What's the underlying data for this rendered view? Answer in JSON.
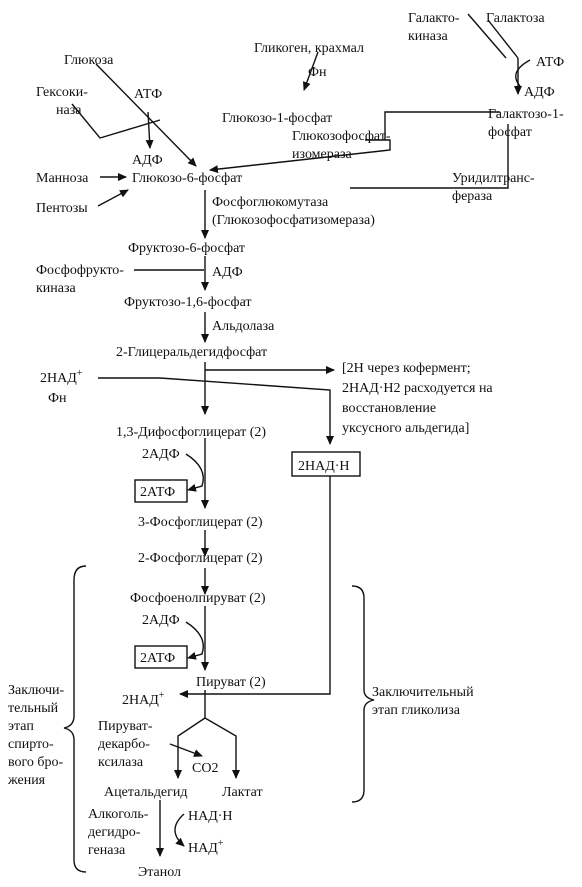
{
  "labels": {
    "galaktokinaza_1": "Галакто-",
    "galaktokinaza_2": "киназа",
    "galaktoza": "Галактоза",
    "atf_gal": "АТФ",
    "adf_gal": "АДФ",
    "galaktozo1f_1": "Галактозо-1-",
    "galaktozo1f_2": "фосфат",
    "uridil_1": "Уридилтранс-",
    "uridil_2": "фераза",
    "glikogen": "Гликоген, крахмал",
    "fn_top": "Фн",
    "glukozo1f": "Глюкозо-1-фосфат",
    "glukozofosfat_1": "Глюкозофосфат-",
    "glukozofosfat_2": "изомераза",
    "glukoza": "Глюкоза",
    "geksokinaza_1": "Гексоки-",
    "geksokinaza_2": "наза",
    "atf_top": "АТФ",
    "adf_top": "АДФ",
    "mannoza": "Манноза",
    "pentozy": "Пентозы",
    "glukozo6f": "Глюкозо-6-фосфат",
    "fosfoglukomutaza": "Фосфоглюкомутаза",
    "glukozofosfatizomeraza": "(Глюкозофосфатизомераза)",
    "fruktozo6f": "Фруктозо-6-фосфат",
    "fosfofrukto_1": "Фосфофрукто-",
    "fosfofrukto_2": "киназа",
    "adf_pfk": "АДФ",
    "fruktozo16f": "Фруктозо-1,6-фосфат",
    "aldolaza": "Альдолаза",
    "gliceraldegid": "2-Глицеральдегидфосфат",
    "nad2": "2НАД",
    "nad2_sup": "+",
    "fn_mid": "Фн",
    "note_1": "[2Н через кофермент;",
    "note_2": "2НАД·Н2 расходуется на",
    "note_3": "восстановление",
    "note_4": "уксусного альдегида]",
    "difosfoglicerat": "1,3-Дифосфоглицерат (2)",
    "adf2_a": "2АДФ",
    "atf2_a": "2АТФ",
    "nadh2_box": "2НАД·Н",
    "fosfoglicerat3": "3-Фосфоглицерат (2)",
    "fosfoglicerat2": "2-Фосфоглицерат (2)",
    "fosfoenolpiruvat": "Фосфоенолпируват (2)",
    "adf2_b": "2АДФ",
    "atf2_b": "2АТФ",
    "piruvat": "Пируват (2)",
    "nad2_bottom": "2НАД",
    "nad2_bottom_sup": "+",
    "zakl_left_1": "Заключи-",
    "zakl_left_2": "тельный",
    "zakl_left_3": "этап",
    "zakl_left_4": "спирто-",
    "zakl_left_5": "вого бро-",
    "zakl_left_6": "жения",
    "zakl_right_1": "Заключительный",
    "zakl_right_2": "этап гликолиза",
    "piruvat_dek_1": "Пируват-",
    "piruvat_dek_2": "декарбо-",
    "piruvat_dek_3": "ксилаза",
    "co2": "CO2",
    "acetaldegid": "Ацетальдегид",
    "laktat": "Лактат",
    "alkogol_1": "Алкоголь-",
    "alkogol_2": "дегидро-",
    "alkogol_3": "геназа",
    "nadh_bottom": "НАД·Н",
    "nad_plus_bottom": "НАД",
    "nad_plus_bottom_sup": "+",
    "etanol": "Этанол"
  }
}
